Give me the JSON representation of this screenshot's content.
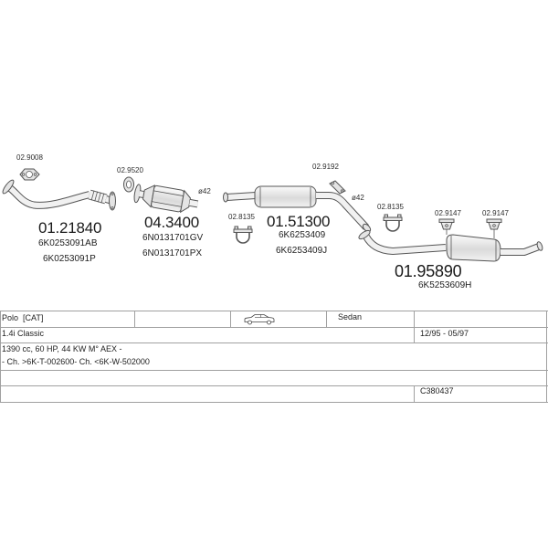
{
  "diagram": {
    "clamp_front": {
      "ref": "02.9008"
    },
    "front_pipe": {
      "number": "01.21840",
      "oem": [
        "6K0253091AB",
        "6K0253091P"
      ]
    },
    "gasket": {
      "ref": "02.9520"
    },
    "catalytic_converter": {
      "number": "04.3400",
      "oem": [
        "6N0131701GV",
        "6N0131701PX"
      ]
    },
    "pipe_diameter_front": "ø42",
    "clamp_middle": {
      "ref": "02.8135"
    },
    "middle_silencer": {
      "number": "01.51300",
      "oem": [
        "6K6253409",
        "6K6253409J"
      ]
    },
    "hanger_middle": {
      "ref": "02.9192"
    },
    "pipe_diameter_rear": "ø42",
    "clamp_rear": {
      "ref": "02.8135"
    },
    "hanger_rear_1": {
      "ref": "02.9147"
    },
    "hanger_rear_2": {
      "ref": "02.9147"
    },
    "rear_silencer": {
      "number": "01.95890",
      "oem": [
        "6K5253609H"
      ]
    }
  },
  "vehicle_table": {
    "model": "Polo  [CAT]",
    "body_icon": "car-icon",
    "body_type": "Sedan",
    "engine": "1.4i Classic",
    "production": "12/95 - 05/97",
    "specification": "1390 cc, 60 HP, 44 KW M° AEX -",
    "chassis_range": "- Ch. >6K-T-002600- Ch. <6K-W-502000",
    "catalogue_code": "C380437"
  },
  "colors": {
    "drawing_line": "#555555",
    "table_rule": "#a0a0a0",
    "text": "#1e1e1e"
  }
}
